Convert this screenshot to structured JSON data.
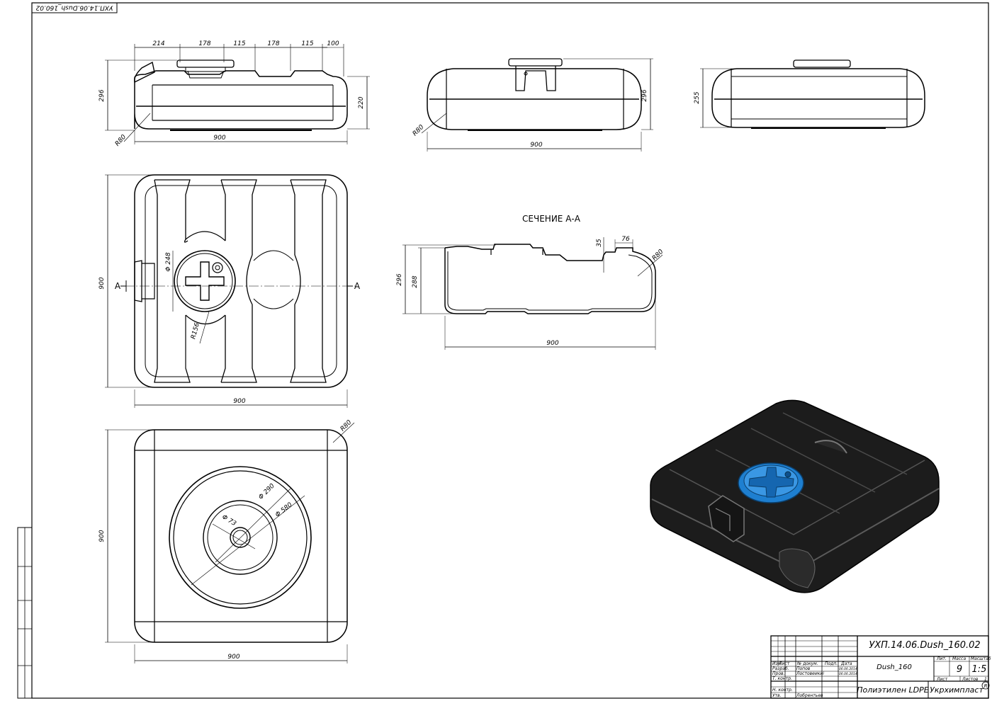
{
  "sheet": {
    "stamp_code_rotated": "УХП.14.06.Dush_160.02",
    "section_title": "СЕЧЕНИЕ А-А",
    "section_mark": "А"
  },
  "dims": {
    "front_top": [
      "214",
      "178",
      "115",
      "178",
      "115",
      "100"
    ],
    "front_height": "296",
    "front_inner": "220",
    "front_width": "900",
    "front_radius": "R80",
    "side_height": "296",
    "side_width": "900",
    "side_radius": "R80",
    "back_height": "255",
    "plan_depth": "900",
    "plan_width": "900",
    "plan_cap_dia": "Φ 248",
    "plan_radius": "R156",
    "section_h1": "296",
    "section_h2": "288",
    "section_w": "900",
    "section_step": "35",
    "section_top": "76",
    "section_radius": "R80",
    "bottom_radius": "R80",
    "bottom_d1": "Φ 290",
    "bottom_d2": "Φ 580",
    "bottom_d3": "Φ 73",
    "bottom_depth": "900",
    "bottom_width": "900"
  },
  "colors": {
    "cap_blue": "#1e7fd0",
    "body_dark": "#1c1c1c"
  },
  "title_block": {
    "code": "УХП.14.06.Dush_160.02",
    "name": "Dush_160",
    "col_headers": [
      "Изм",
      "Лист",
      "№ докум.",
      "Подп.",
      "Дата"
    ],
    "roles": [
      "Разраб.",
      "Пров.",
      "Т. контр.",
      "",
      "Н. контр.",
      "Утв."
    ],
    "names": [
      "Попов",
      "Лостовеикиі",
      "",
      "",
      "",
      "Лобрентьев"
    ],
    "dates": [
      "06.06.2014",
      "06.06.2014"
    ],
    "lit_label": "Лит.",
    "mass_label": "Масса",
    "scale_label": "Масштаб",
    "mass": "9",
    "scale": "1:5",
    "sheet_label": "Лист",
    "sheets_label": "Листов",
    "sheets_value": "1",
    "material": "Полиэтилен LDPE",
    "company": "Укрхимпласт",
    "reg_mark": "R"
  }
}
